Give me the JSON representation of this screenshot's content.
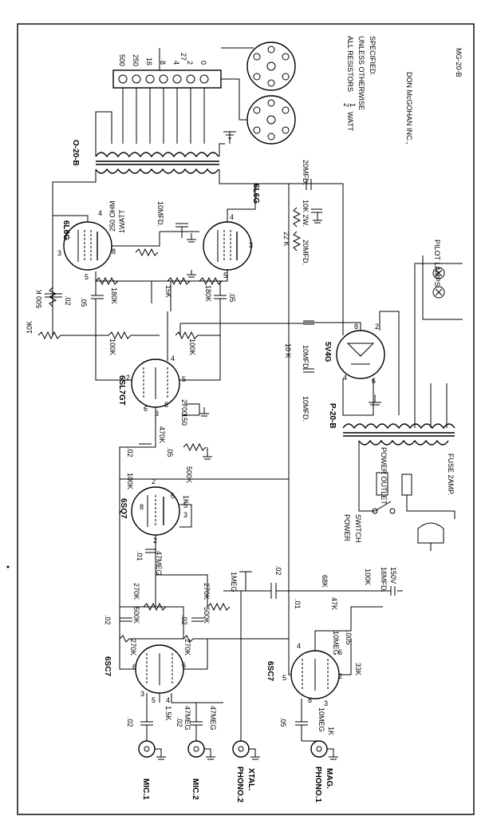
{
  "notes": {
    "resistors": [
      "ALL RESISTORS",
      "WATT",
      "UNLESS OTHERWISE",
      "SPECIFIED."
    ],
    "resistors_fraction_top": "1",
    "resistors_fraction_bottom": "2",
    "maker": "DON McGOHAN INC.,",
    "model": "MG-20-B"
  },
  "transformers": {
    "output": "O-20-B",
    "power": "P-20-B",
    "taps": [
      "500",
      "250",
      "16",
      "8",
      "4",
      "2",
      "0"
    ],
    "tap_27": "27"
  },
  "tubes": {
    "t1": "6L6G",
    "t2": "6L6G",
    "driver": "6SL7GT",
    "rect": "5V4G",
    "inv": "6SQ7",
    "pre1": "6SC7",
    "pre2": "6SC7"
  },
  "inputs": {
    "mic1": "MIC.1",
    "mic2": "MIC.2",
    "phono2": "PHONO.2",
    "phono2_type": "XTAL.",
    "phono1": "PHONO.1",
    "phono1_type": "MAG."
  },
  "power": {
    "pilot": "PILOT LAMPS",
    "outlet": "POWER OUTLET",
    "fuse": "FUSE 2AMP.",
    "switch1": "POWER",
    "switch2": "SWITCH"
  },
  "values": {
    "c20a": "20MFD.",
    "c20b": "20MFD.",
    "c10a": "10MFD.",
    "c10b": "10MFD.",
    "c10c": "10MFD.",
    "r10k2w": "10K 2W.",
    "r22k": "22 K",
    "r10k": "10 K",
    "r10k_b": "10K",
    "r500k": "500 K",
    "c02": ".02",
    "c05a": ".05",
    "c05b": ".05",
    "r250": "250 OHM",
    "w1": "1WATT",
    "r180k": "180K",
    "r15k": "15K",
    "r180kb": "180K",
    "r100k_a": "100K",
    "r100k_b": "100K",
    "r2700": "2700",
    "r150": "150",
    "r470k": "470K",
    "r500k_b": "500K",
    "c05c": ".05",
    "c02b": ".02",
    "r100k_c": "100K",
    "r1k": "1K",
    "r47meg": "47MEG",
    "c01": ".01",
    "r270k": "270K",
    "r500k_c": "500K",
    "r270k_b": "270K",
    "r500k_d": "500K",
    "c02c": ".02",
    "c02d": ".02",
    "r1meg": "1MEG",
    "c02e": ".02",
    "r100k_d": "100K",
    "c16": "16MFD.",
    "v150": "150V",
    "r68k": "68K",
    "r47k": "47K",
    "c01b": ".01",
    "r10meg": "10MEG",
    "c005": ".005",
    "r270k_c": "270K",
    "r270k_d": "270K",
    "r33k": "33K",
    "r1_5k": "1.5K",
    "r47meg_b": "47MEG",
    "r47meg_c": "47MEG",
    "c02f": ".02",
    "c02g": ".02",
    "c05d": ".05",
    "r10meg_b": "10MEG",
    "r1k_b": "1K"
  },
  "pins": {
    "p1": "4",
    "p2": "3",
    "p3": "5",
    "p4": "8",
    "p5": "4",
    "p6": "3",
    "p7": "5",
    "p8": "2",
    "p9": "4",
    "p10": "5",
    "p11": "6",
    "p12": "3",
    "p13": "8",
    "p14": "2",
    "p15": "6",
    "p16": "5",
    "p17": "3",
    "p18": "2",
    "p19": "6",
    "p20": "8",
    "p21": "4",
    "p22": "2",
    "p23": "8",
    "p24": "6",
    "p25": "3",
    "p26": "5",
    "p27": "4",
    "p28": "5",
    "p29": "2",
    "p30": "4",
    "p31": "6",
    "p32": "3",
    "p33": "8"
  }
}
